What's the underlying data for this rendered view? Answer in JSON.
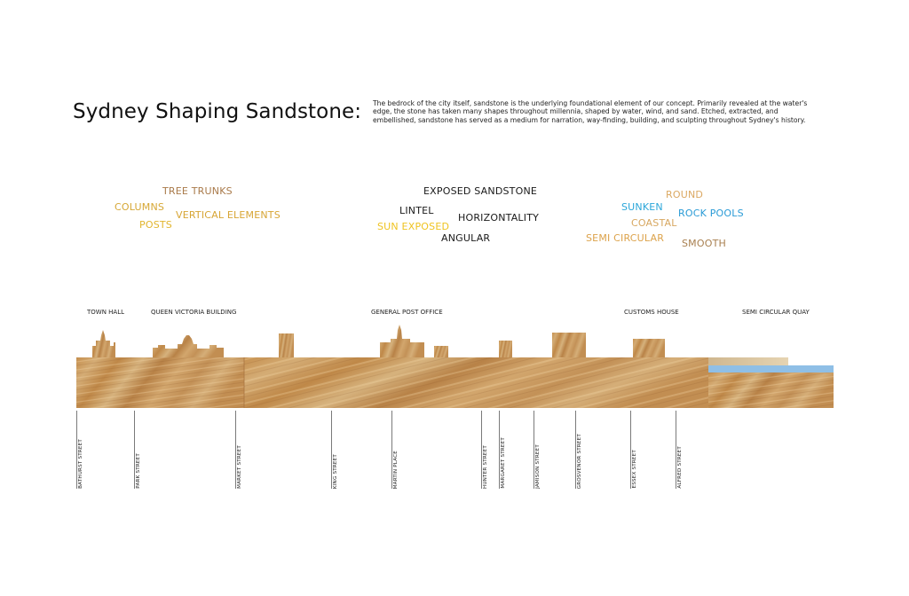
{
  "title": "Sydney Shaping Sandstone:",
  "intro": "The bedrock of the city itself, sandstone is the underlying foundational element of our concept. Primarily revealed at the water's edge, the stone has taken many shapes throughout millennia, shaped by water, wind, and sand. Etched, extracted, and embellished, sandstone has served as a medium for narration, way-finding, building, and sculpting throughout Sydney's history.",
  "keywords": [
    {
      "text": "TREE TRUNKS",
      "color": "#a97a4a"
    },
    {
      "text": "COLUMNS",
      "color": "#d6a735"
    },
    {
      "text": "VERTICAL ELEMENTS",
      "color": "#d7a534"
    },
    {
      "text": "POSTS",
      "color": "#e2b52e"
    },
    {
      "text": "EXPOSED SANDSTONE",
      "color": "#1a1a1a"
    },
    {
      "text": "LINTEL",
      "color": "#1a1a1a"
    },
    {
      "text": "HORIZONTALITY",
      "color": "#1a1a1a"
    },
    {
      "text": "SUN EXPOSED",
      "color": "#efc320"
    },
    {
      "text": "ANGULAR",
      "color": "#1a1a1a"
    },
    {
      "text": "ROUND",
      "color": "#dba862"
    },
    {
      "text": "SUNKEN",
      "color": "#2aa6d9"
    },
    {
      "text": "ROCK POOLS",
      "color": "#2a9bd6"
    },
    {
      "text": "COASTAL",
      "color": "#d7a760"
    },
    {
      "text": "SEMI CIRCULAR",
      "color": "#dca24a"
    },
    {
      "text": "SMOOTH",
      "color": "#a87f4f"
    }
  ],
  "buildings": [
    "TOWN HALL",
    "QUEEN VICTORIA BUILDING",
    "GENERAL POST OFFICE",
    "CUSTOMS HOUSE",
    "SEMI CIRCULAR QUAY"
  ],
  "streets": [
    "BATHURST STREET",
    "PARK STREET",
    "MARKET STREET",
    "KING STREET",
    "MARTIN PLACE",
    "HUNTER STREET",
    "MARGARET STREET",
    "JAMISON STREET",
    "GROSVENOR STREET",
    "ESSEX STREET",
    "ALFRED STREET"
  ],
  "colors": {
    "sandstone": "#c99a5c",
    "water": "#8fbfe6"
  }
}
